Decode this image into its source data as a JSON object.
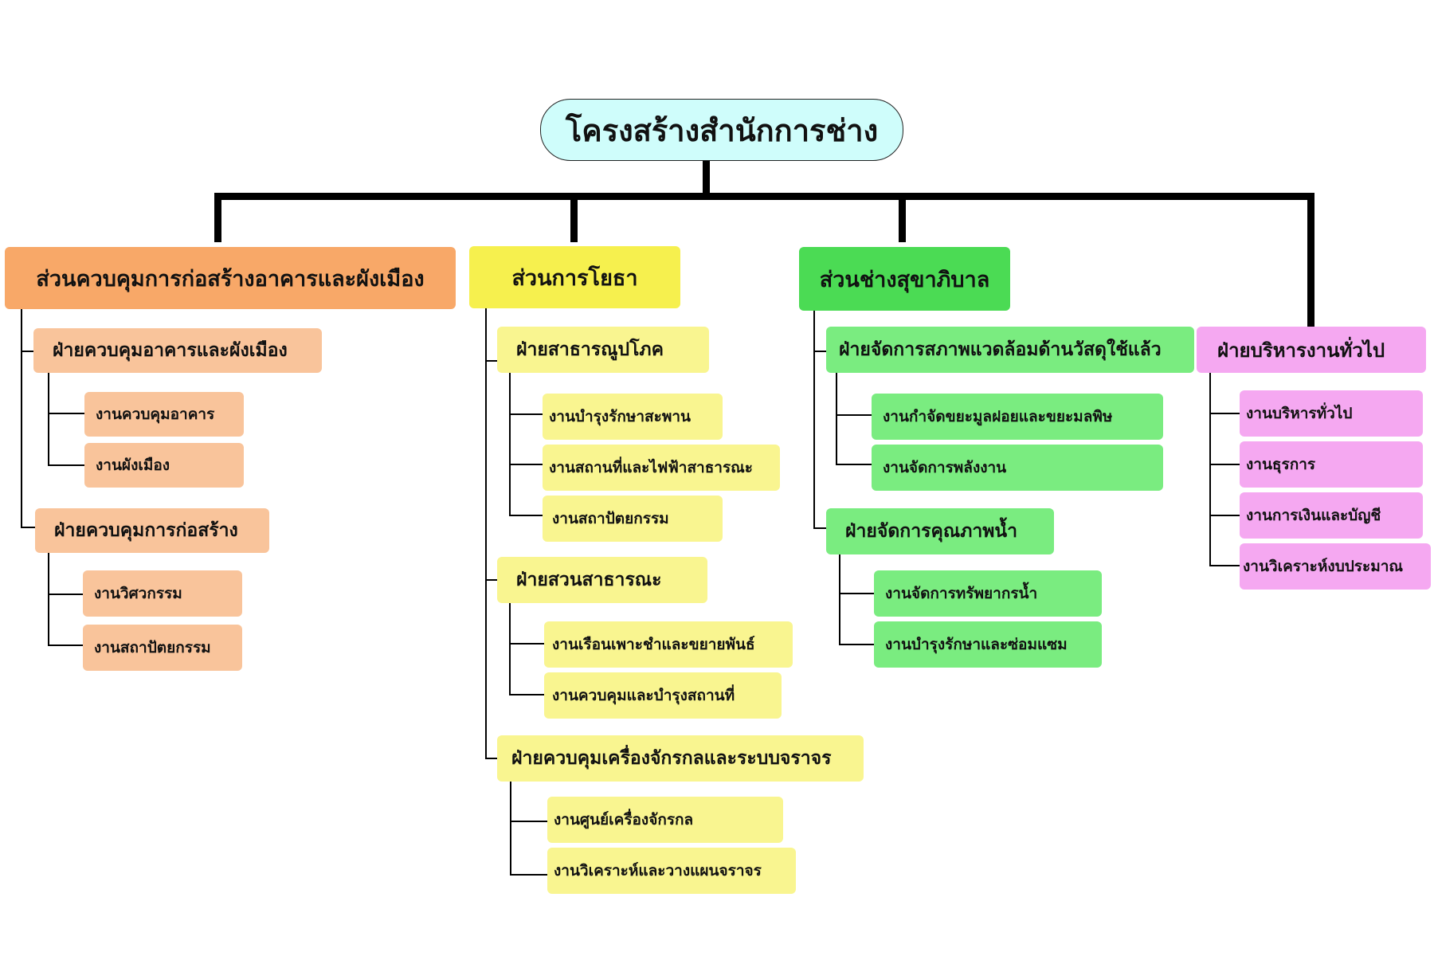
{
  "title": "โครงสร้างสำนักการช่าง",
  "divisions": [
    {
      "name": "ส่วนควบคุมการก่อสร้างอาคารและผังเมือง",
      "sections": [
        {
          "name": "ฝ่ายควบคุมอาคารและผังเมือง",
          "units": [
            "งานควบคุมอาคาร",
            "งานผังเมือง"
          ]
        },
        {
          "name": "ฝ่ายควบคุมการก่อสร้าง",
          "units": [
            "งานวิศวกรรม",
            "งานสถาปัตยกรรม"
          ]
        }
      ]
    },
    {
      "name": "ส่วนการโยธา",
      "sections": [
        {
          "name": "ฝ่ายสาธารณูปโภค",
          "units": [
            "งานบำรุงรักษาสะพาน",
            "งานสถานที่และไฟฟ้าสาธารณะ",
            "งานสถาปัตยกรรม"
          ]
        },
        {
          "name": "ฝ่ายสวนสาธารณะ",
          "units": [
            "งานเรือนเพาะชำและขยายพันธ์",
            "งานควบคุมและบำรุงสถานที่"
          ]
        },
        {
          "name": "ฝ่ายควบคุมเครื่องจักรกลและระบบจราจร",
          "units": [
            "งานศูนย์เครื่องจักรกล",
            "งานวิเคราะห์และวางแผนจราจร"
          ]
        }
      ]
    },
    {
      "name": "ส่วนช่างสุขาภิบาล",
      "sections": [
        {
          "name": "ฝ่ายจัดการสภาพแวดล้อมด้านวัสดุใช้แล้ว",
          "units": [
            "งานกำจัดขยะมูลฝอยและขยะมลพิษ",
            "งานจัดการพลังงาน"
          ]
        },
        {
          "name": "ฝ่ายจัดการคุณภาพน้ำ",
          "units": [
            "งานจัดการทรัพยากรน้ำ",
            "งานบำรุงรักษาและซ่อมแซม"
          ]
        }
      ]
    },
    {
      "name": "ฝ่ายบริหารงานทั่วไป",
      "units": [
        "งานบริหารทั่วไป",
        "งานธุรการ",
        "งานการเงินและบัญชี",
        "งานวิเคราะห์งบประมาณ"
      ]
    }
  ],
  "colors": {
    "title_fill": "#cffdfb",
    "orange": "#f8a868",
    "orange_light": "#f9c49b",
    "yellow": "#f6f04e",
    "yellow_light": "#f9f590",
    "green": "#4bdb54",
    "green_light": "#7aec80",
    "pink": "#f5a8f1",
    "connector": "#000000"
  }
}
